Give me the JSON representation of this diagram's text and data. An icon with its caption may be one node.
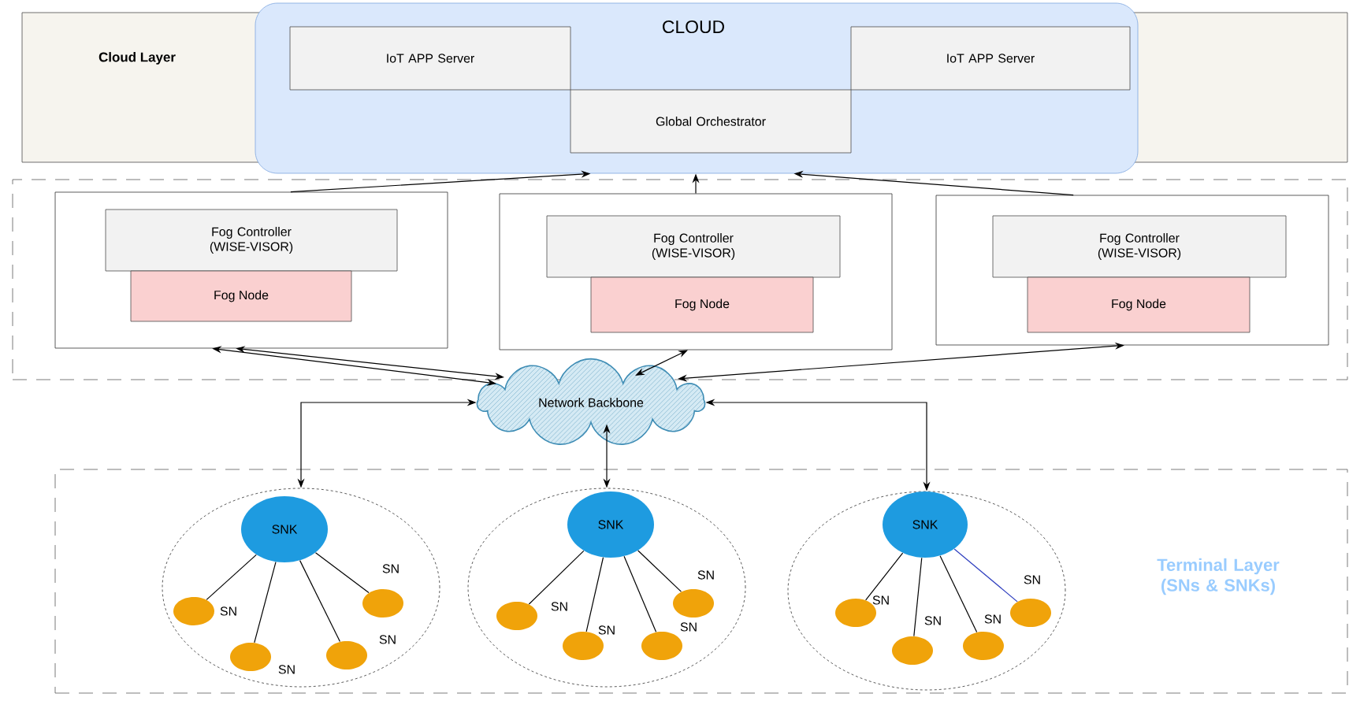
{
  "diagram": {
    "nodes": [
      {
        "text": [
          "Cloud Layer"
        ]
      },
      {
        "text": [
          "CLOUD"
        ]
      },
      {
        "text": [
          "IoT APP Server"
        ],
        "in": 1
      },
      {
        "text": [
          "IoT APP Server"
        ],
        "in": 1
      },
      {
        "text": [
          "Global Orchestrator"
        ],
        "in": 1
      },
      {
        "text": [],
        "shape": "box"
      },
      {
        "text": [],
        "shape": "box",
        "in": 5
      },
      {
        "text": [
          "Fog Controller (WISE-VISOR)"
        ],
        "in": 6
      },
      {
        "text": [
          "Fog Node"
        ],
        "in": 6
      },
      {
        "text": [],
        "shape": "box",
        "in": 5
      },
      {
        "text": [
          "Fog Controller (WISE-VISOR)"
        ],
        "in": 9
      },
      {
        "text": [
          "Fog Node"
        ],
        "in": 9
      },
      {
        "text": [],
        "shape": "box",
        "in": 5
      },
      {
        "text": [
          "Fog Controller (WISE-VISOR)"
        ],
        "in": 12
      },
      {
        "text": [
          "Fog Node"
        ],
        "in": 12
      },
      {
        "text": [
          "Network Backbone"
        ]
      },
      {
        "text": [
          "Terminal Layer (SNs & SNKs)"
        ]
      },
      {
        "text": [],
        "shape": "circle",
        "in": 16
      },
      {
        "text": [
          "SNK"
        ],
        "in": 17
      },
      {
        "text": [],
        "shape": "circle",
        "in": 17,
        "beside": [
          "SN"
        ]
      },
      {
        "text": [],
        "shape": "circle",
        "in": 17,
        "beside": [
          "SN"
        ]
      },
      {
        "text": [],
        "shape": "circle",
        "in": 17,
        "beside": [
          "SN"
        ]
      },
      {
        "text": [],
        "shape": "circle",
        "in": 17,
        "beside": [
          "SN"
        ]
      },
      {
        "text": [],
        "shape": "circle",
        "in": 16
      },
      {
        "text": [
          "SNK"
        ],
        "in": 23
      },
      {
        "text": [],
        "shape": "circle",
        "in": 23,
        "beside": [
          "SN"
        ]
      },
      {
        "text": [],
        "shape": "circle",
        "in": 23,
        "beside": [
          "SN"
        ]
      },
      {
        "text": [],
        "shape": "circle",
        "in": 23,
        "beside": [
          "SN"
        ]
      },
      {
        "text": [],
        "shape": "circle",
        "in": 23,
        "beside": [
          "SN"
        ]
      },
      {
        "text": [],
        "shape": "circle",
        "in": 16
      },
      {
        "text": [
          "SNK"
        ],
        "in": 29
      },
      {
        "text": [],
        "shape": "circle",
        "in": 29,
        "beside": [
          "SN"
        ]
      },
      {
        "text": [],
        "shape": "circle",
        "in": 29,
        "beside": [
          "SN"
        ]
      },
      {
        "text": [],
        "shape": "circle",
        "in": 29,
        "beside": [
          "SN"
        ]
      },
      {
        "text": [],
        "shape": "circle",
        "in": 29,
        "beside": [
          "SN"
        ]
      }
    ],
    "edges": [
      {
        "from": 6,
        "to": 1,
        "arrow": "to"
      },
      {
        "from": 9,
        "to": 1,
        "arrow": "to"
      },
      {
        "from": 12,
        "to": 1,
        "arrow": "to"
      },
      {
        "from": 15,
        "to": 6,
        "arrow": "both"
      },
      {
        "from": 15,
        "to": 6,
        "arrow": "both"
      },
      {
        "from": 15,
        "to": 9,
        "arrow": "both"
      },
      {
        "from": 15,
        "to": 12,
        "arrow": "both"
      },
      {
        "from": 15,
        "to": 17,
        "arrow": "both"
      },
      {
        "from": 15,
        "to": 23,
        "arrow": "both"
      },
      {
        "from": 15,
        "to": 29,
        "arrow": "both"
      },
      {
        "from": 18,
        "to": 19,
        "arrow": "none"
      },
      {
        "from": 18,
        "to": 20,
        "arrow": "none"
      },
      {
        "from": 18,
        "to": 21,
        "arrow": "none"
      },
      {
        "from": 18,
        "to": 22,
        "arrow": "none"
      },
      {
        "from": 24,
        "to": 25,
        "arrow": "none"
      },
      {
        "from": 24,
        "to": 26,
        "arrow": "none"
      },
      {
        "from": 24,
        "to": 27,
        "arrow": "none"
      },
      {
        "from": 24,
        "to": 28,
        "arrow": "none"
      },
      {
        "from": 30,
        "to": 31,
        "arrow": "none"
      },
      {
        "from": 30,
        "to": 32,
        "arrow": "none"
      },
      {
        "from": 30,
        "to": 33,
        "arrow": "none"
      },
      {
        "from": 30,
        "to": 34,
        "arrow": "none",
        "color": "#2f3fbf"
      }
    ]
  }
}
